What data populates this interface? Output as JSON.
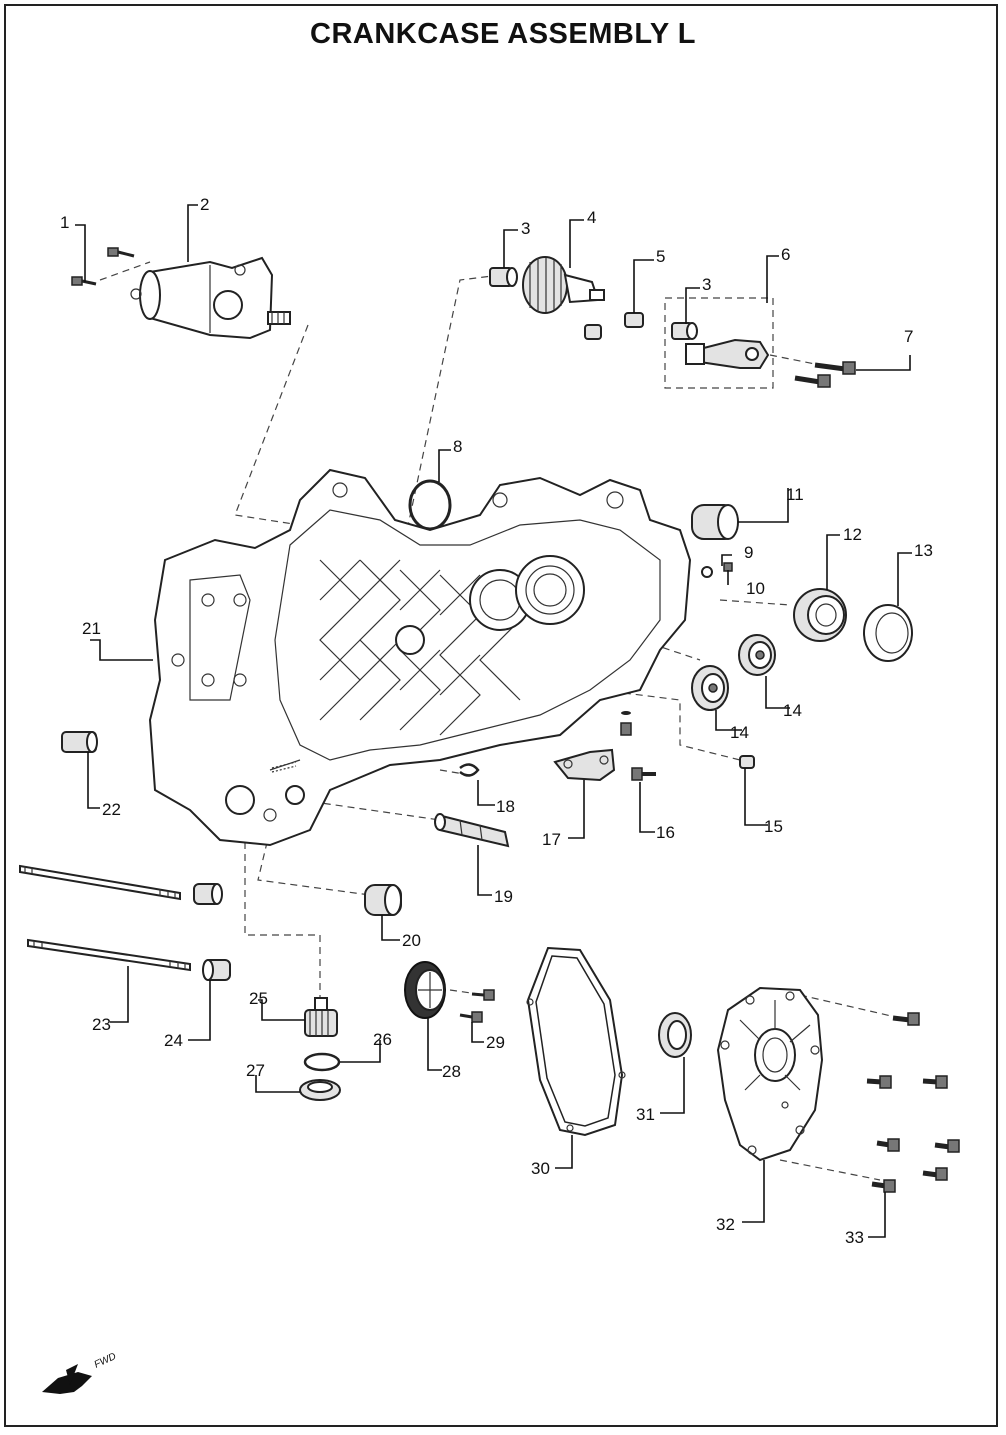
{
  "title": "CRANKCASE ASSEMBLY L",
  "direction_label": "FWD",
  "part_numbers": [
    "1",
    "2",
    "3",
    "3",
    "4",
    "5",
    "6",
    "7",
    "8",
    "9",
    "10",
    "11",
    "12",
    "13",
    "14",
    "14",
    "15",
    "16",
    "17",
    "18",
    "19",
    "20",
    "21",
    "22",
    "23",
    "24",
    "25",
    "26",
    "27",
    "28",
    "29",
    "30",
    "31",
    "32",
    "33"
  ]
}
